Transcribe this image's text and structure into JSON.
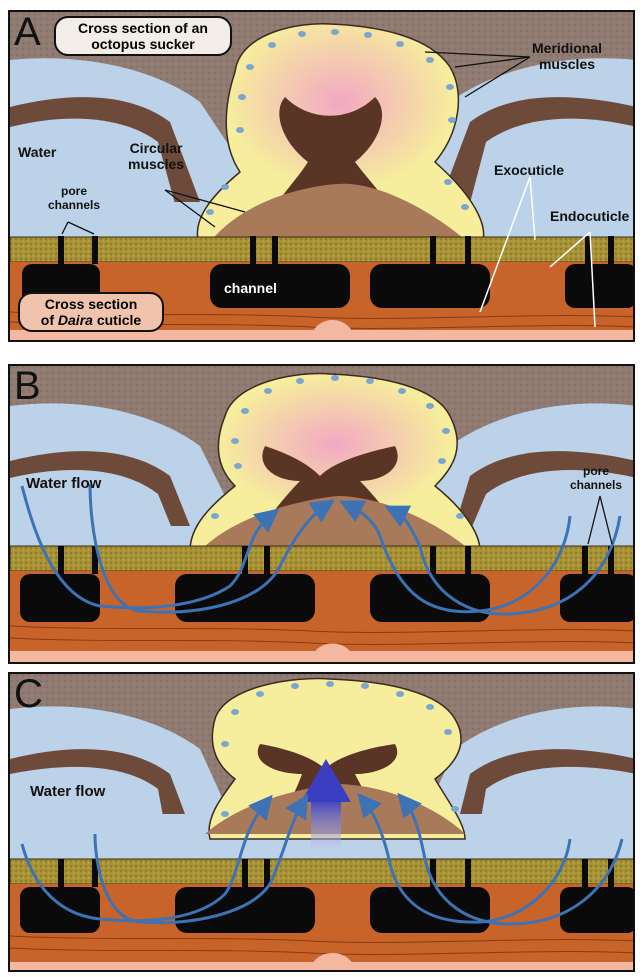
{
  "panels": [
    {
      "letter": "A",
      "labels": {
        "sucker_title_line1": "Cross section of an",
        "sucker_title_line2": "octopus sucker",
        "meridional_1": "Meridional",
        "meridional_2": "muscles",
        "water": "Water",
        "circular_1": "Circular",
        "circular_2": "muscles",
        "pore_1": "pore",
        "pore_2": "channels",
        "exocuticle": "Exocuticle",
        "endocuticle": "Endocuticle",
        "channel": "channel",
        "cuticle_line1": "Cross section",
        "cuticle_of": "of ",
        "cuticle_daira": "Daira",
        "cuticle_rest": " cuticle"
      }
    },
    {
      "letter": "B",
      "labels": {
        "water_flow": "Water flow",
        "pore_1": "pore",
        "pore_2": "channels"
      }
    },
    {
      "letter": "C",
      "labels": {
        "water_flow": "Water flow"
      }
    }
  ],
  "colors": {
    "water": "#bcd2e8",
    "sucker_tissue": "#8f7b72",
    "sucker_rim": "#6e4a3a",
    "muscle_yellow": "#f6ee9c",
    "muscle_dots": "#7aa6cf",
    "cavity": "#5a3424",
    "cuticle_exo": "#a89236",
    "cuticle_endo": "#c8642a",
    "channel_black": "#0a0a0a",
    "flow_arrow": "#3d72b4",
    "skin": "#f4b7a2"
  }
}
